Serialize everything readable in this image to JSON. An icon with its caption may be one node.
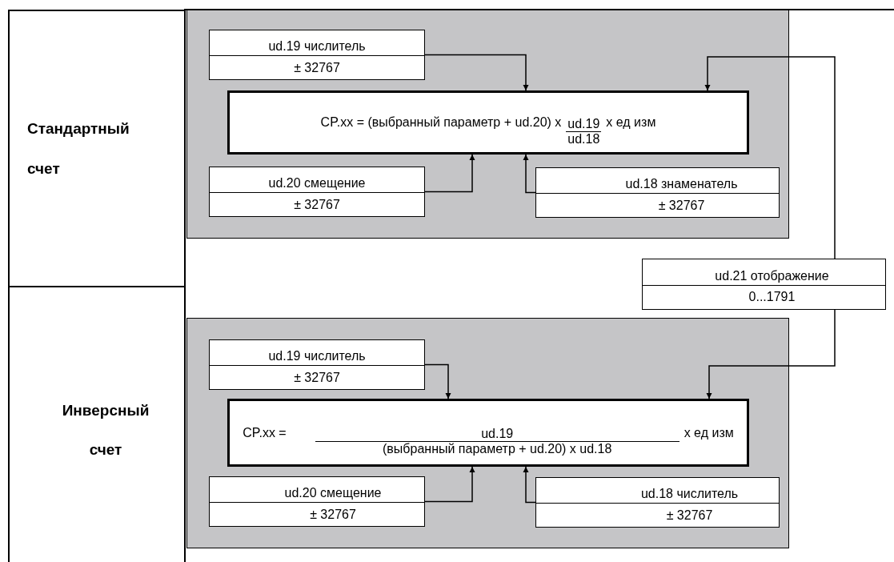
{
  "diagram": {
    "nodes": [
      {
        "text": [
          "Стандартный счет"
        ]
      },
      {
        "text": [],
        "shape": "box"
      },
      {
        "text": [
          "ud.19 числитель",
          "± 32767"
        ],
        "in": 1
      },
      {
        "text": [
          "CP.xx = (выбранный параметр + ud.20) x",
          "ud.19",
          "ud.18",
          "x ед изм"
        ],
        "in": 1
      },
      {
        "text": [
          "ud.20 смещение",
          "± 32767"
        ],
        "in": 1
      },
      {
        "text": [
          "ud.18 знаменатель",
          "± 32767"
        ],
        "in": 1
      },
      {
        "text": [
          "ud.21 отображение",
          "0...1791"
        ]
      },
      {
        "text": [
          "Инверсный счет"
        ]
      },
      {
        "text": [],
        "shape": "box"
      },
      {
        "text": [
          "ud.19 числитель",
          "± 32767"
        ],
        "in": 8
      },
      {
        "text": [
          "CP.xx =",
          "ud.19",
          "(выбранный параметр + ud.20) x ud.18",
          "x ед изм"
        ],
        "in": 8
      },
      {
        "text": [
          "ud.20 смещение",
          "± 32767"
        ],
        "in": 8
      },
      {
        "text": [
          "ud.18 числитель",
          "± 32767"
        ],
        "in": 8
      }
    ],
    "edges": [
      {
        "from": 2,
        "to": 3,
        "arrow": "to"
      },
      {
        "from": 4,
        "to": 3,
        "arrow": "to"
      },
      {
        "from": 5,
        "to": 3,
        "arrow": "to"
      },
      {
        "from": 6,
        "to": 3,
        "arrow": "to"
      },
      {
        "from": 9,
        "to": 10,
        "arrow": "to"
      },
      {
        "from": 11,
        "to": 10,
        "arrow": "to"
      },
      {
        "from": 12,
        "to": 10,
        "arrow": "to"
      },
      {
        "from": 6,
        "to": 10,
        "arrow": "to"
      }
    ]
  }
}
